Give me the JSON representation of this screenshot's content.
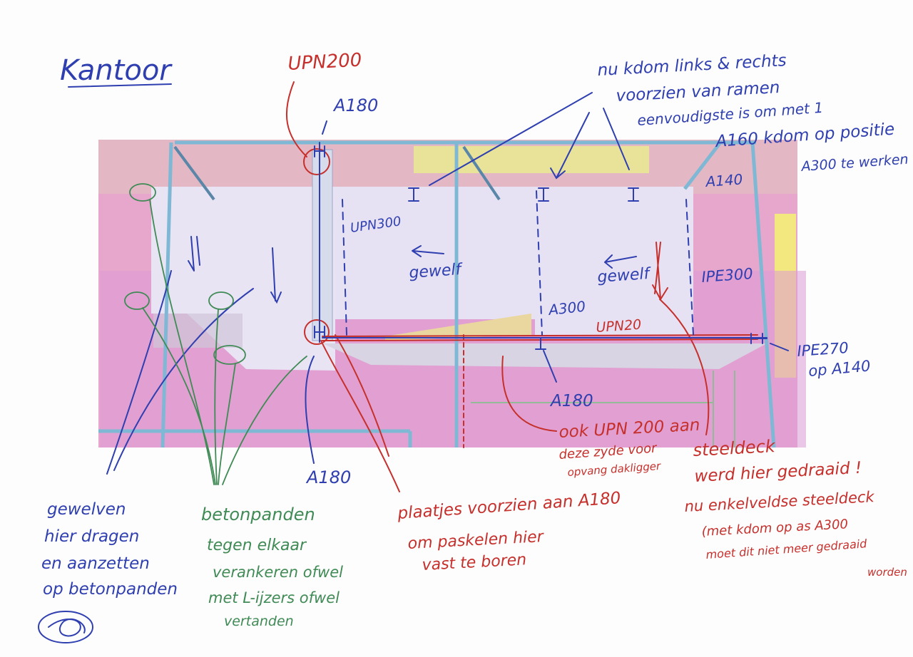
{
  "title": "Kantoor",
  "beam_labels": {
    "upn200_top": "UPN200",
    "a180_top": "A180",
    "upn300": "UPN300",
    "gewelf_left": "gewelf",
    "gewelf_right": "gewelf",
    "a140": "A140",
    "ipe300": "IPE300",
    "a300": "A300",
    "upn20": "UPN20",
    "ipe270": "IPE270",
    "op_a140": "op A140",
    "a180_mid": "A180",
    "a180_bottom": "A180"
  },
  "notes": {
    "top_right": [
      "nu kdom links & rechts",
      "voorzien van ramen",
      "eenvoudigste is om met 1",
      "A160 kdom op positie",
      "A300 te werken"
    ],
    "ook_upn": [
      "ook UPN 200 aan",
      "deze zyde voor",
      "opvang dakligger"
    ],
    "steeldeck": [
      "steeldeck",
      "werd hier gedraaid !",
      "nu enkelveldse steeldeck",
      "(met kdom op as A300",
      "moet dit niet meer gedraaid",
      "worden"
    ],
    "gewelven": [
      "gewelven",
      "hier dragen",
      "en aanzetten",
      "op betonpanden"
    ],
    "betonpanden": [
      "betonpanden",
      "tegen elkaar",
      "verankeren ofwel",
      "met L-ijzers ofwel",
      "vertanden"
    ],
    "plaatjes": [
      "plaatjes voorzien aan A180",
      "om paskelen hier",
      "vast te boren"
    ]
  },
  "colors": {
    "ink_blue": "#2f3fb0",
    "ink_red": "#c6302c",
    "ink_green": "#3f8a55",
    "wall_pink": "#e7a6cc",
    "slab_lavender": "#e9e4f4",
    "steel_cyan": "#7fb8d4"
  }
}
